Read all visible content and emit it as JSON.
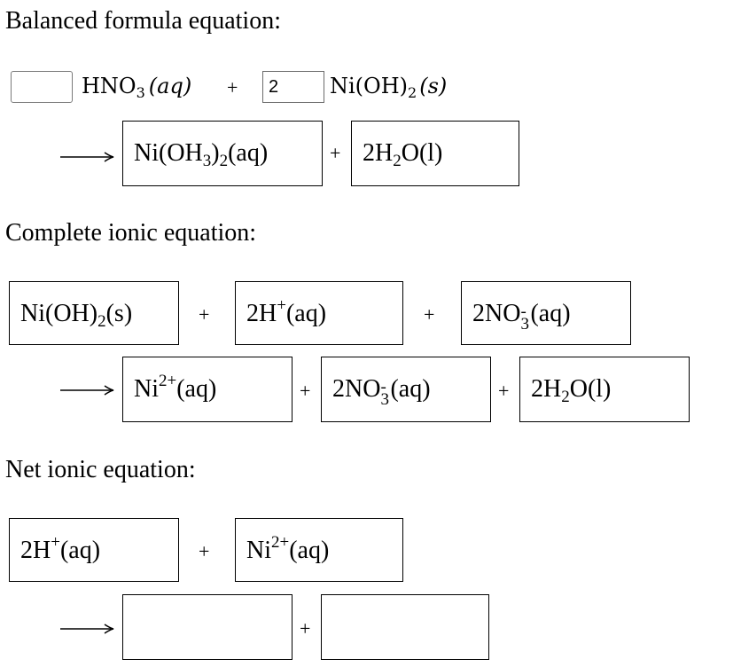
{
  "headings": {
    "formula": "Balanced formula equation:",
    "complete": "Complete ionic equation:",
    "net": "Net ionic equation:"
  },
  "operator": "+",
  "formula": {
    "coef1_value": "",
    "reactant1_main": "HNO",
    "reactant1_sub": "3",
    "reactant1_state": "(aq)",
    "coef2_value": "2",
    "reactant2_main": "Ni(OH)",
    "reactant2_sub": "2",
    "reactant2_state": "(s)",
    "product1": {
      "pre": "Ni(OH",
      "sub1": "3",
      "mid": ")",
      "sub2": "2",
      "post": "(aq)"
    },
    "product2": {
      "pre": "2H",
      "sub": "2",
      "post": "O(l)"
    }
  },
  "complete": {
    "r1": {
      "pre": "Ni(OH)",
      "sub": "2",
      "post": "(s)"
    },
    "r2": {
      "pre": "2H",
      "sup": "+",
      "post": "(aq)"
    },
    "r3": {
      "pre": "2NO",
      "sub": "3",
      "sup": "-",
      "post": "(aq)"
    },
    "p1": {
      "pre": "Ni",
      "sup": "2+",
      "post": "(aq)"
    },
    "p2": {
      "pre": "2NO",
      "sub": "3",
      "sup": "-",
      "post": "(aq)"
    },
    "p3": {
      "pre": "2H",
      "sub": "2",
      "post": "O(l)"
    }
  },
  "net": {
    "r1": {
      "pre": "2H",
      "sup": "+",
      "post": "(aq)"
    },
    "r2": {
      "pre": "Ni",
      "sup": "2+",
      "post": "(aq)"
    },
    "p1_value": "",
    "p2_value": ""
  }
}
